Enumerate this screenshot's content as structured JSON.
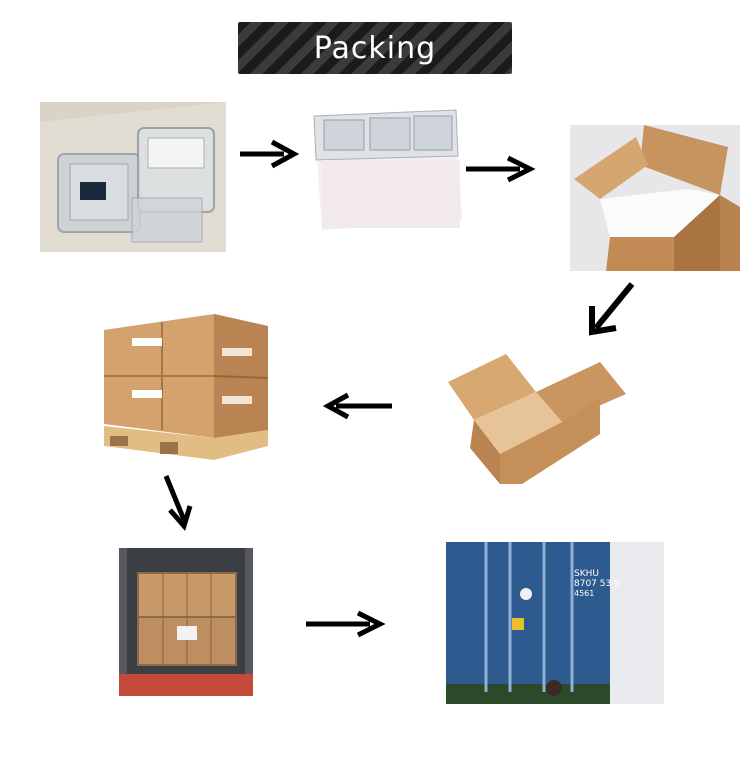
{
  "header": {
    "title": "Packing"
  },
  "steps": [
    {
      "name": "clear plastic cases"
    },
    {
      "name": "foam wrapped bundle"
    },
    {
      "name": "foam lined carton"
    },
    {
      "name": "open shipping carton"
    },
    {
      "name": "palletized cartons"
    },
    {
      "name": "cartons loaded in container"
    },
    {
      "name": "sealed shipping container"
    }
  ],
  "container_marks": {
    "line1": "SKHU",
    "line2": "8707 53 9",
    "line3": "4561"
  },
  "colors": {
    "cardboard": "#c89662",
    "foam": "#f0eef2",
    "container": "#2d5a8f",
    "arrow": "#000000"
  }
}
